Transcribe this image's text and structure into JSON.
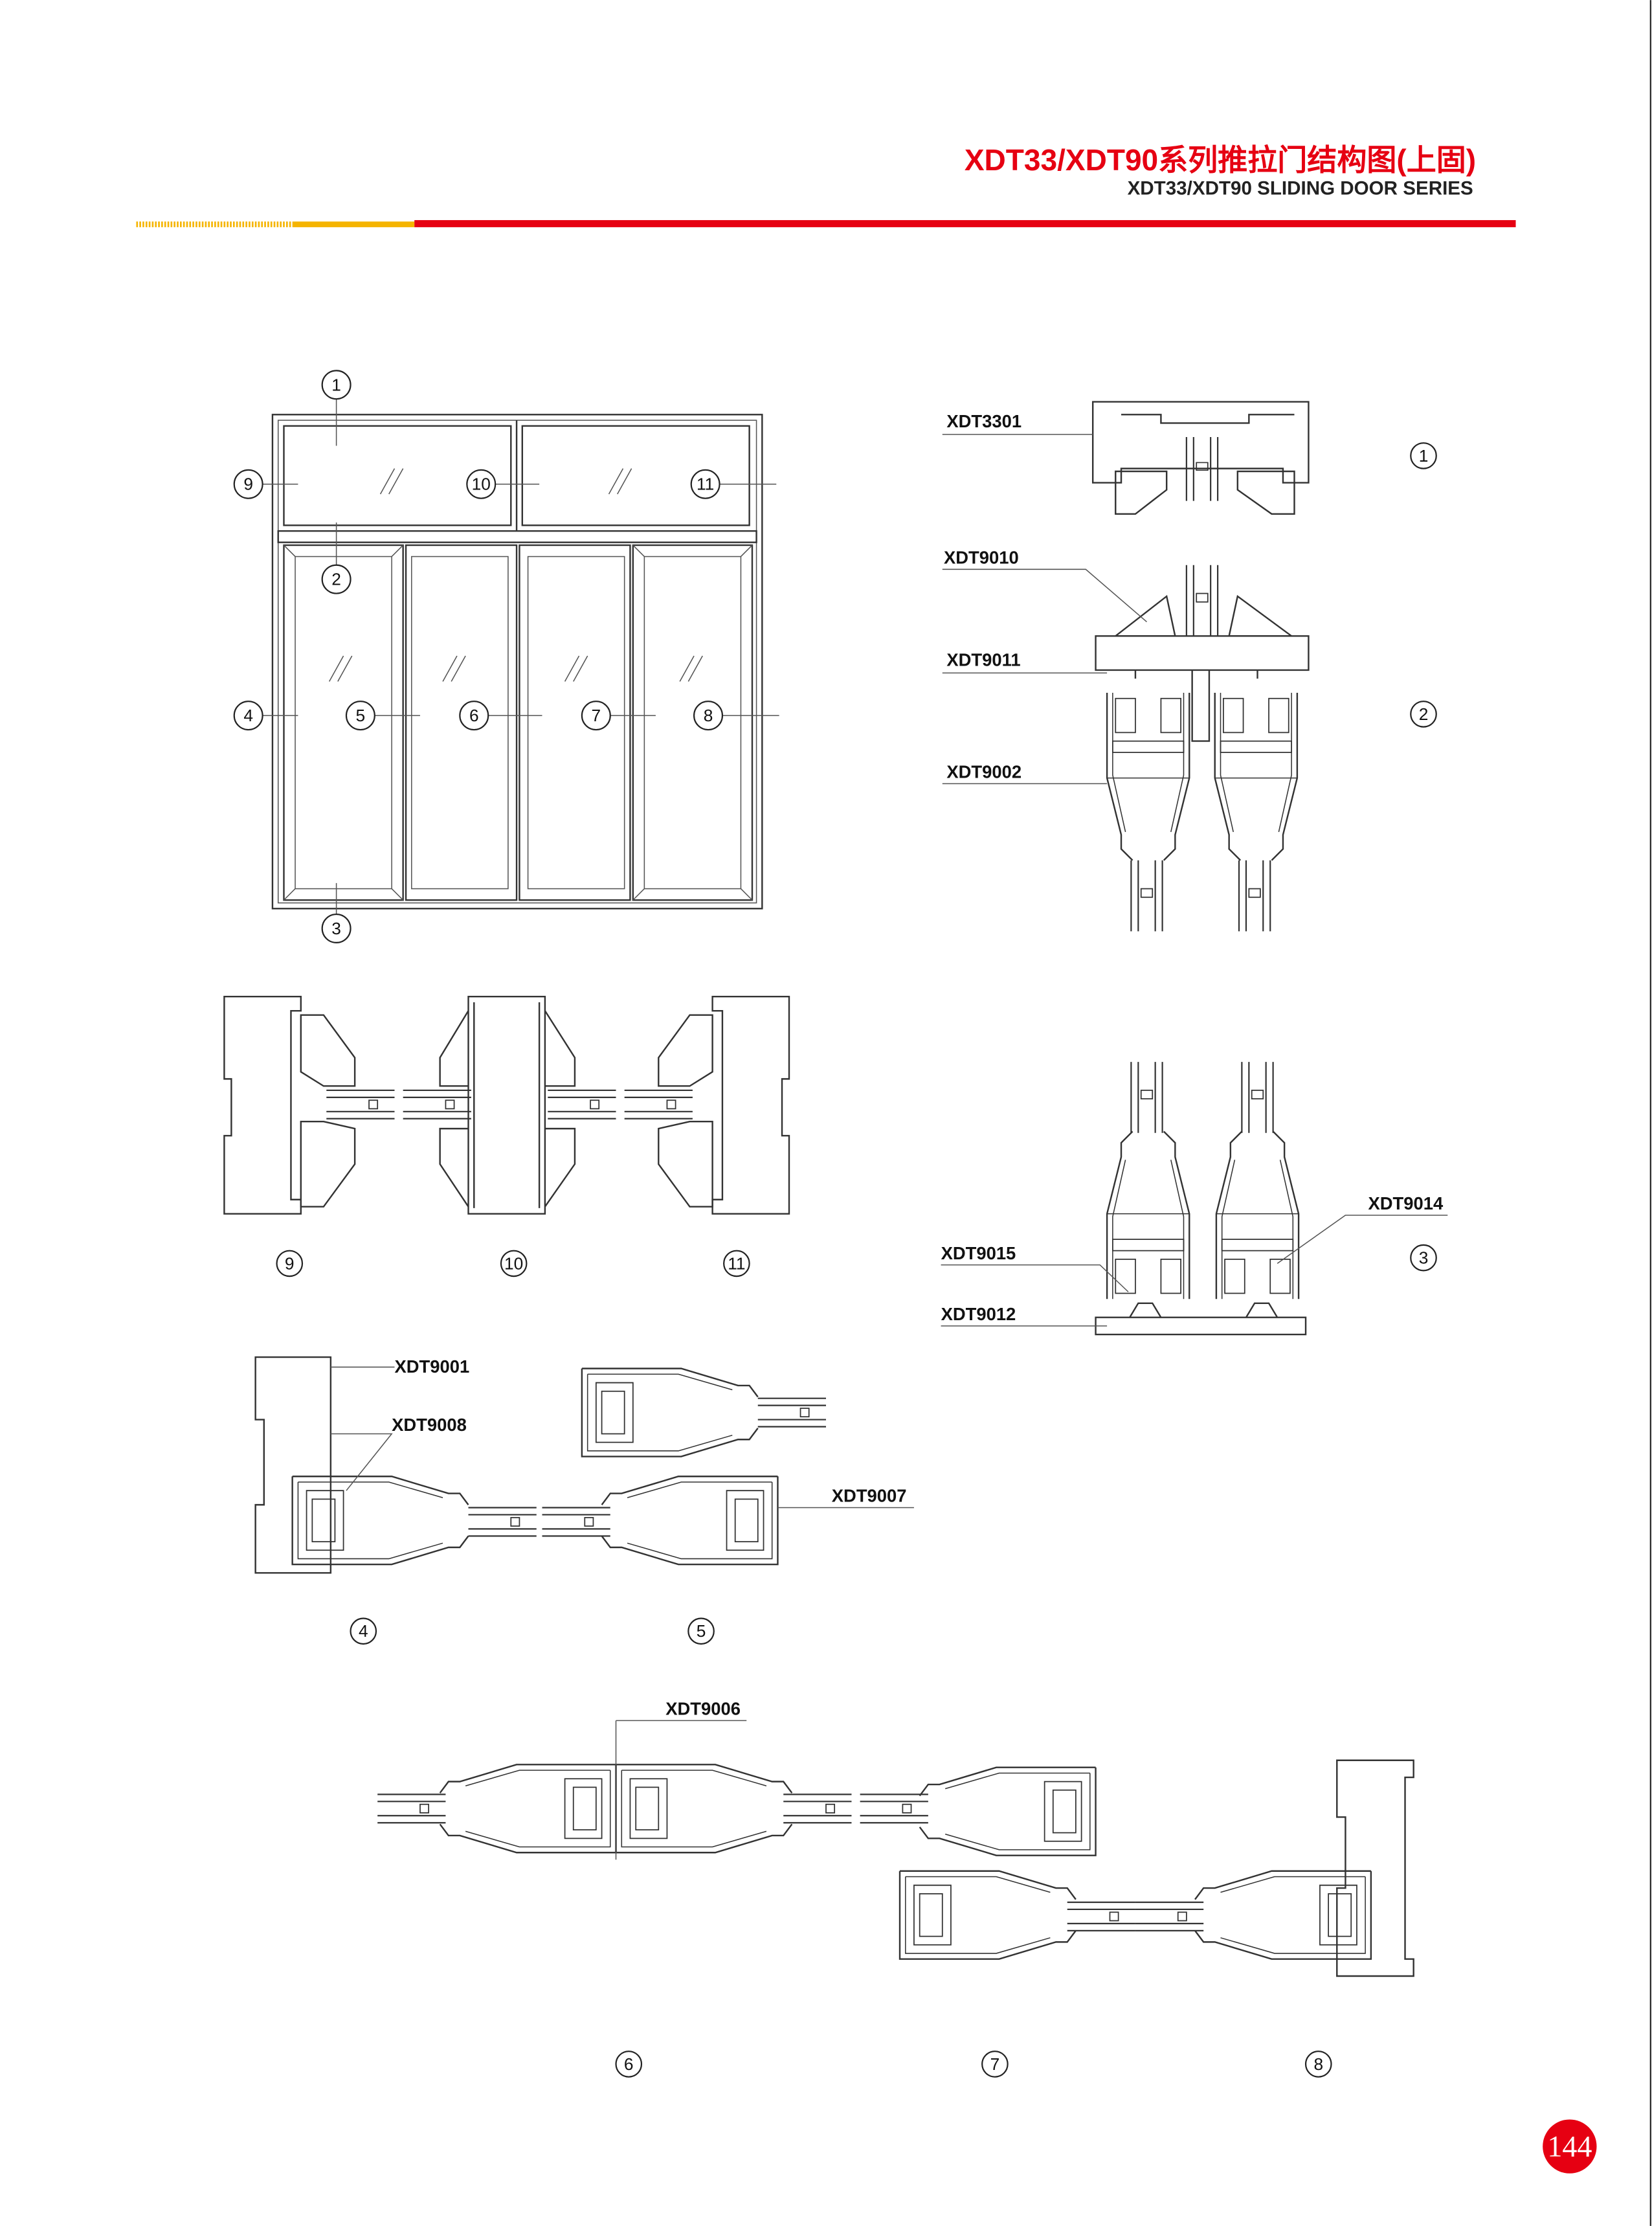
{
  "header": {
    "title_cn": "XDT33/XDT90系列推拉门结构图(上固)",
    "title_en": "XDT33/XDT90 SLIDING DOOR SERIES",
    "accent_color": "#e60012",
    "secondary_color": "#f5b400"
  },
  "elevation": {
    "callouts": [
      "1",
      "2",
      "3",
      "4",
      "5",
      "6",
      "7",
      "8",
      "9",
      "10",
      "11"
    ]
  },
  "sections": {
    "vertical_top_labels": [
      "XDT3301",
      "XDT9010",
      "XDT9011",
      "XDT9002"
    ],
    "vertical_bottom_labels": [
      "XDT9014",
      "XDT9015",
      "XDT9012"
    ],
    "section_numbers": [
      "1",
      "2",
      "3",
      "4",
      "5",
      "6",
      "7",
      "8",
      "9",
      "10",
      "11"
    ],
    "row4_labels": [
      "XDT9001",
      "XDT9008",
      "XDT9007"
    ],
    "row6_labels": [
      "XDT9006"
    ]
  },
  "page_number": "144"
}
